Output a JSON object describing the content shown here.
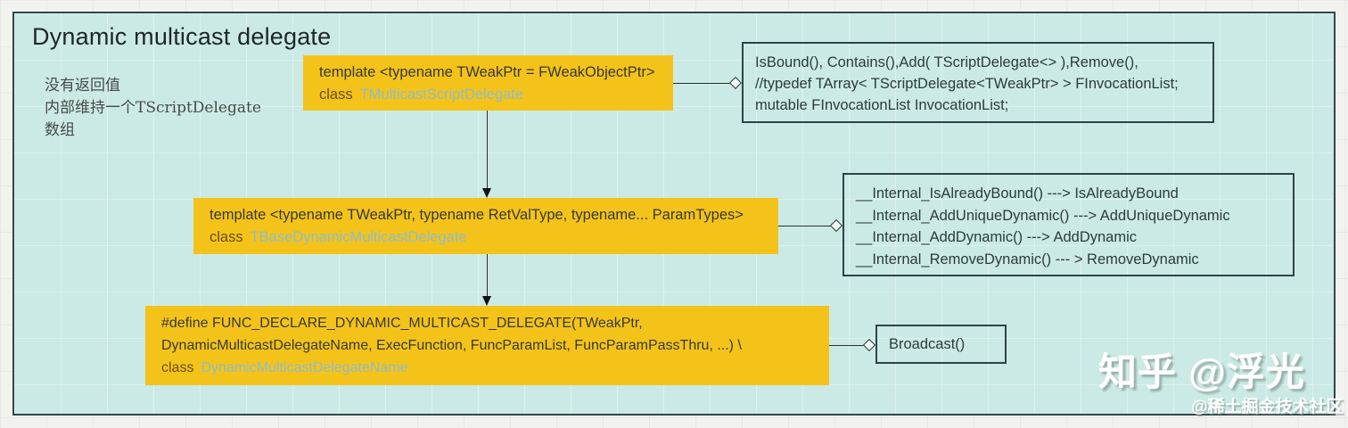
{
  "frame": {
    "title": "Dynamic multicast delegate"
  },
  "annotation": {
    "lines": [
      "没有返回值",
      "内部维持一个TScriptDelegate",
      "数组"
    ]
  },
  "nodes": {
    "multicast": {
      "line1": "template <typename TWeakPtr = FWeakObjectPtr>",
      "keyword": "class",
      "name": "TMulticastScriptDelegate"
    },
    "multicast_members": {
      "lines": [
        "IsBound(), Contains(),Add( TScriptDelegate<> ),Remove(),",
        "//typedef TArray< TScriptDelegate<TWeakPtr> > FInvocationList;",
        "mutable FInvocationList InvocationList;"
      ]
    },
    "base_dynamic": {
      "line1": "template <typename TWeakPtr, typename RetValType, typename... ParamTypes>",
      "keyword": "class",
      "name": "TBaseDynamicMulticastDelegate"
    },
    "base_dynamic_members": {
      "lines": [
        "__Internal_IsAlreadyBound() ---> IsAlreadyBound",
        "__Internal_AddUniqueDynamic() ---> AddUniqueDynamic",
        "__Internal_AddDynamic() ---> AddDynamic",
        "__Internal_RemoveDynamic() --- > RemoveDynamic"
      ]
    },
    "macro": {
      "line1": "#define FUNC_DECLARE_DYNAMIC_MULTICAST_DELEGATE(TWeakPtr,",
      "line2": "DynamicMulticastDelegateName, ExecFunction, FuncParamList, FuncParamPassThru, ...) \\",
      "keyword": "class",
      "name": "DynamicMulticastDelegateName"
    },
    "broadcast": {
      "label": "Broadcast()"
    }
  },
  "watermark": {
    "main": "知乎 @浮光",
    "sub": "@稀土掘金技术社区"
  },
  "colors": {
    "canvas": "#cbeae5",
    "node_yellow": "#f4c31a",
    "border_dark": "#31464a",
    "class_name_blue": "#8cbdce"
  }
}
